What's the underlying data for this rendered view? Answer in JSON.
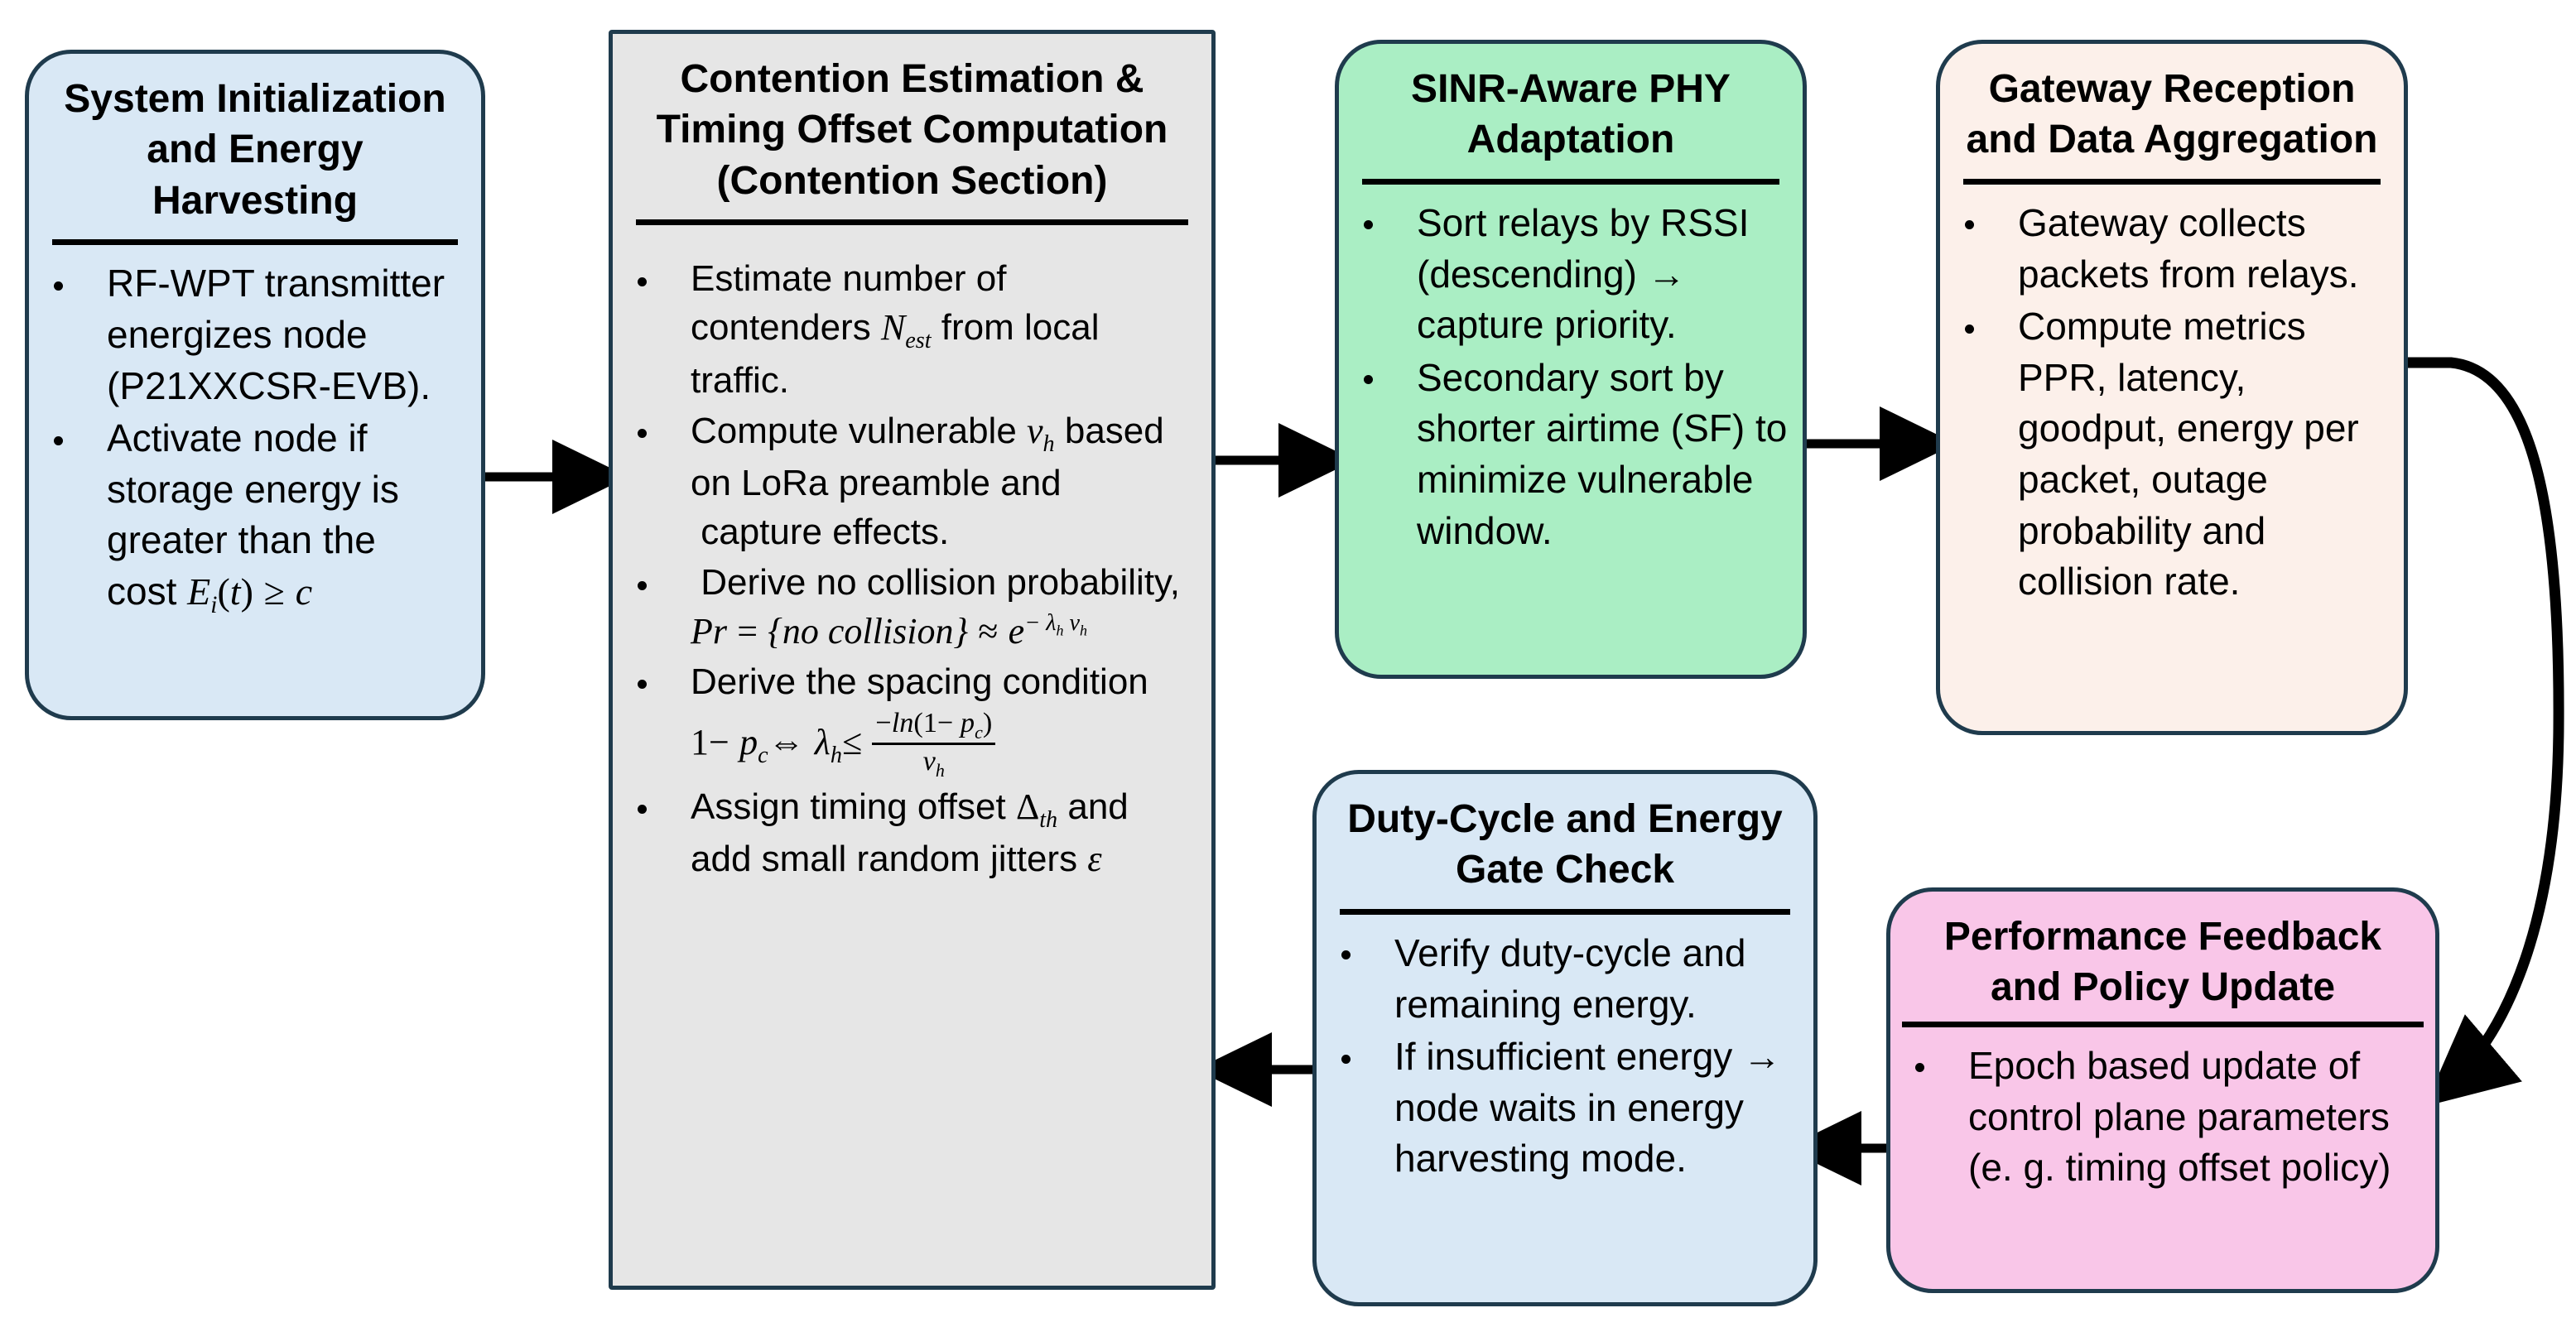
{
  "diagram": {
    "title": "RF-WPT LoRa contention and energy-aware scheduling flowchart",
    "colors": {
      "border": "#1f3b4d",
      "node_blue": "#d9e8f5",
      "node_gray": "#e6e6e6",
      "node_green": "#aaeec4",
      "node_peach": "#fcf0ea",
      "node_pink": "#f9c6e8",
      "arrow": "#000000",
      "text": "#000000"
    },
    "nodes": [
      {
        "id": "system-init",
        "title": "System Initialization and Energy Harvesting",
        "bullets": [
          "RF-WPT transmitter energizes node (P21XXCSR-EVB).",
          "Activate node if storage energy is greater than the cost E_i(t) ≥ c"
        ]
      },
      {
        "id": "contention-estimation",
        "title": "Contention Estimation & Timing Offset Computation (Contention Section)",
        "bullets": [
          "Estimate number of contenders N_est from local traffic.",
          "Compute vulnerable v_h based on LoRa preamble and  capture effects.",
          " Derive no collision probability, Pr = {no collision} ≈ e^(− λ_h v_h)",
          "Derive the spacing condition 1− p_c ⇔ λ_h ≤ −ln(1− p_c)/v_h",
          "Assign timing offset Δ_th and add small random jitters ε"
        ]
      },
      {
        "id": "sinr-phy",
        "title": "SINR-Aware PHY Adaptation",
        "bullets": [
          "Sort relays by RSSI (descending) → capture priority.",
          "Secondary sort by shorter airtime (SF) to minimize vulnerable window."
        ]
      },
      {
        "id": "gateway-reception",
        "title": "Gateway Reception and Data Aggregation",
        "bullets": [
          "Gateway collects packets from relays.",
          "Compute metrics PPR, latency, goodput, energy per packet, outage probability and collision rate."
        ]
      },
      {
        "id": "duty-cycle",
        "title": "Duty-Cycle and Energy Gate Check",
        "bullets": [
          "Verify duty-cycle and remaining energy.",
          "If insufficient energy → node waits in energy harvesting mode."
        ]
      },
      {
        "id": "performance-feedback",
        "title": "Performance Feedback and Policy Update",
        "bullets": [
          "Epoch based update of control plane parameters (e. g. timing offset policy)"
        ]
      }
    ],
    "edges": [
      {
        "id": "edge-init-to-contention",
        "from": "system-init",
        "to": "contention-estimation",
        "style": "straight-right"
      },
      {
        "id": "edge-contention-to-sinr",
        "from": "contention-estimation",
        "to": "sinr-phy",
        "style": "straight-right"
      },
      {
        "id": "edge-sinr-to-gateway",
        "from": "sinr-phy",
        "to": "gateway-reception",
        "style": "straight-right"
      },
      {
        "id": "edge-gateway-to-feedback",
        "from": "gateway-reception",
        "to": "performance-feedback",
        "style": "curved-loop-right"
      },
      {
        "id": "edge-feedback-to-duty",
        "from": "performance-feedback",
        "to": "duty-cycle",
        "style": "straight-left"
      },
      {
        "id": "edge-duty-to-contention",
        "from": "duty-cycle",
        "to": "contention-estimation",
        "style": "straight-left"
      }
    ]
  }
}
